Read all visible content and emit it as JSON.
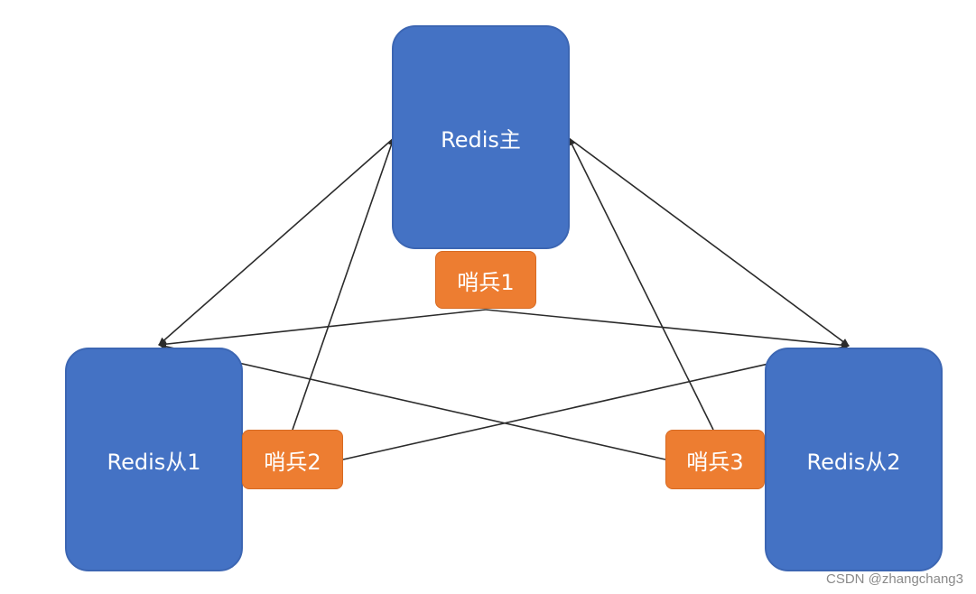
{
  "nodes": {
    "master": "Redis主",
    "slave1": "Redis从1",
    "slave2": "Redis从2"
  },
  "sentinels": {
    "s1": "哨兵1",
    "s2": "哨兵2",
    "s3": "哨兵3"
  },
  "colors": {
    "redis": "#4472c4",
    "sentinel": "#ed7d31",
    "line": "#2b2b2b"
  },
  "watermark": "CSDN @zhangchang3"
}
